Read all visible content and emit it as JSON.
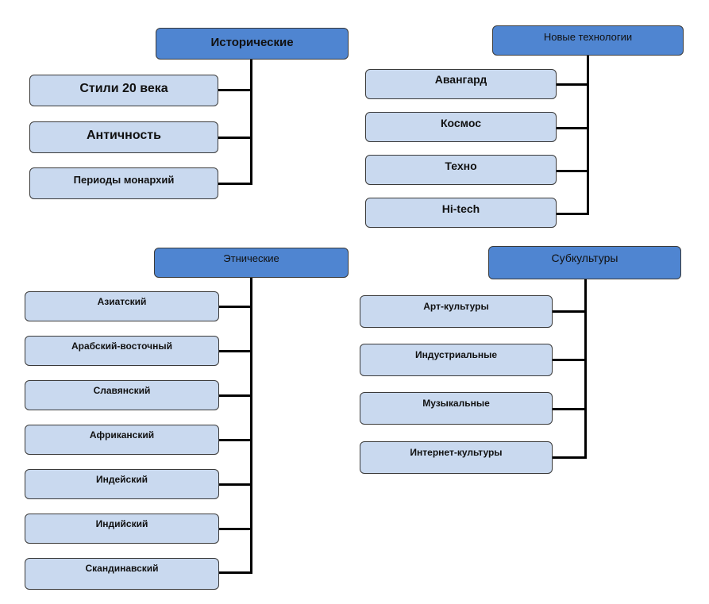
{
  "groups": [
    {
      "title": "Исторические",
      "items": [
        "Стили 20 века",
        "Античность",
        "Периоды монархий"
      ]
    },
    {
      "title": "Новые технологии",
      "items": [
        "Авангард",
        "Космос",
        "Техно",
        "Hi-tech"
      ]
    },
    {
      "title": "Этнические",
      "items": [
        "Азиатский",
        "Арабский-восточный",
        "Славянский",
        "Африканский",
        "Индейский",
        "Индийский",
        "Скандинавский"
      ]
    },
    {
      "title": "Субкультуры",
      "items": [
        "Арт-культуры",
        "Индустриальные",
        "Музыкальные",
        "Интернет-культуры"
      ]
    }
  ],
  "colors": {
    "header_fill": "#4f85d1",
    "item_fill": "#c9d9ef",
    "connector": "#000000",
    "border": "#3a3a3a"
  }
}
